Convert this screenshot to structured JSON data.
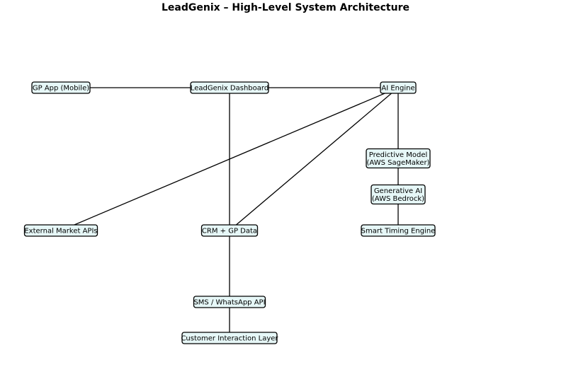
{
  "title": "LeadGenix – High-Level System Architecture",
  "nodes": [
    {
      "id": "gp_app",
      "lines": [
        "GP App (Mobile)"
      ]
    },
    {
      "id": "dashboard",
      "lines": [
        "LeadGenix Dashboard"
      ]
    },
    {
      "id": "ai_engine",
      "lines": [
        "AI Engine"
      ]
    },
    {
      "id": "predictive",
      "lines": [
        "Predictive Model",
        "(AWS SageMaker)"
      ]
    },
    {
      "id": "genai",
      "lines": [
        "Generative AI",
        "(AWS Bedrock)"
      ]
    },
    {
      "id": "external",
      "lines": [
        "External Market APIs"
      ]
    },
    {
      "id": "crm",
      "lines": [
        "CRM + GP Data"
      ]
    },
    {
      "id": "timing",
      "lines": [
        "Smart Timing Engine"
      ]
    },
    {
      "id": "sms",
      "lines": [
        "SMS / WhatsApp API"
      ]
    },
    {
      "id": "customer",
      "lines": [
        "Customer Interaction Layer"
      ]
    }
  ],
  "edges": [
    {
      "from": "gp_app",
      "to": "dashboard"
    },
    {
      "from": "dashboard",
      "to": "ai_engine"
    },
    {
      "from": "ai_engine",
      "to": "predictive"
    },
    {
      "from": "predictive",
      "to": "genai"
    },
    {
      "from": "genai",
      "to": "timing"
    },
    {
      "from": "external",
      "to": "ai_engine"
    },
    {
      "from": "crm",
      "to": "ai_engine"
    },
    {
      "from": "dashboard",
      "to": "sms"
    },
    {
      "from": "sms",
      "to": "customer"
    }
  ]
}
